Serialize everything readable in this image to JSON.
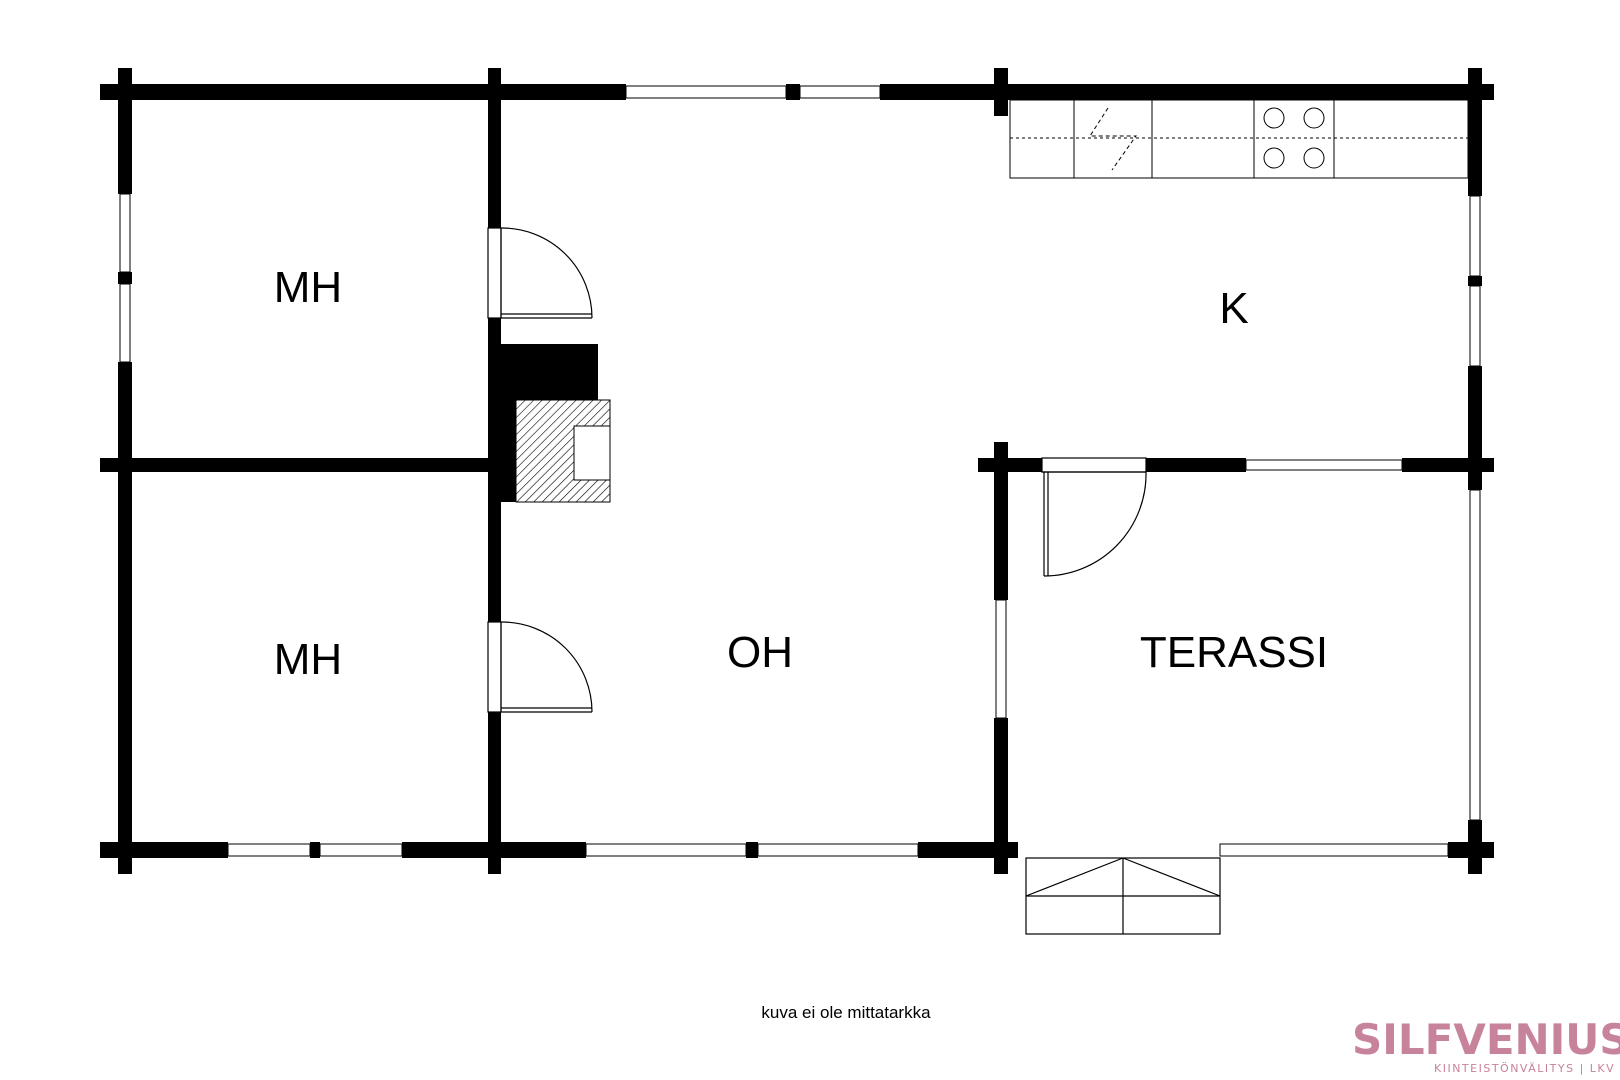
{
  "plan": {
    "rooms": {
      "bedroom_top": "MH",
      "bedroom_bottom": "MH",
      "living_room": "OH",
      "kitchen": "K",
      "terrace": "TERASSI"
    },
    "note": "kuva ei ole mittatarkka"
  },
  "logo": {
    "name": "SILFVENIUS",
    "tagline": "KIINTEISTÖNVÄLITYS | LKV",
    "color": "#c7829c"
  },
  "colors": {
    "wall": "#000000",
    "background": "#ffffff"
  }
}
